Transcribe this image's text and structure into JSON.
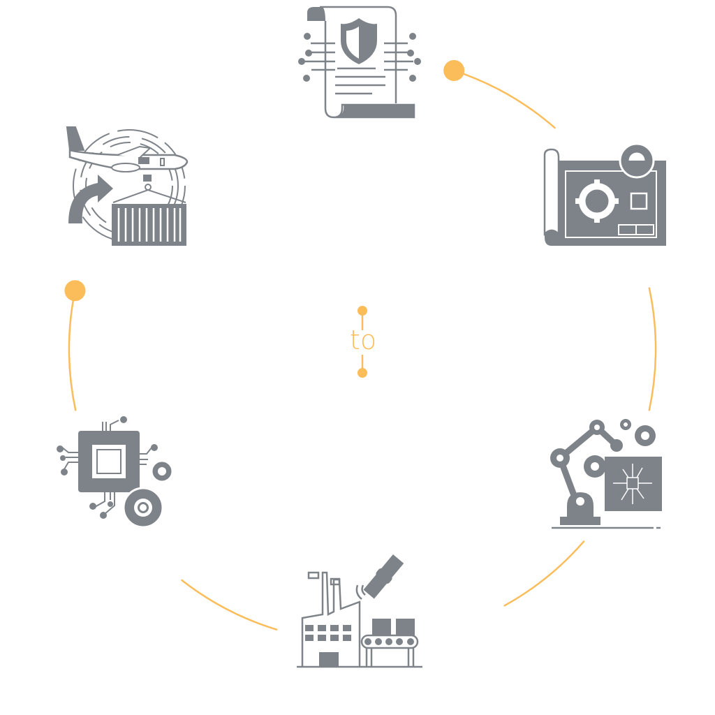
{
  "diagram": {
    "type": "cycle",
    "center_text": "to",
    "colors": {
      "accent": "#fbbc5a",
      "icon": "#7d8388",
      "background": "#ffffff"
    },
    "nodes": [
      {
        "id": "secure-document",
        "icon": "shield-document-circuit-icon",
        "label": ""
      },
      {
        "id": "engineering-blueprint",
        "icon": "blueprint-gears-icon",
        "label": ""
      },
      {
        "id": "robotic-automation",
        "icon": "robot-arm-circuit-icon",
        "label": ""
      },
      {
        "id": "smart-factory",
        "icon": "factory-satellite-conveyor-icon",
        "label": ""
      },
      {
        "id": "microchip-processing",
        "icon": "chip-gears-icon",
        "label": ""
      },
      {
        "id": "air-cargo-logistics",
        "icon": "airplane-cargo-container-icon",
        "label": ""
      }
    ],
    "connectors": [
      {
        "from": "secure-document",
        "to": "engineering-blueprint",
        "start_dot": true
      },
      {
        "from": "engineering-blueprint",
        "to": "robotic-automation",
        "start_dot": false
      },
      {
        "from": "robotic-automation",
        "to": "smart-factory",
        "start_dot": false
      },
      {
        "from": "smart-factory",
        "to": "microchip-processing",
        "start_dot": false
      },
      {
        "from": "microchip-processing",
        "to": "air-cargo-logistics",
        "start_dot": true
      }
    ]
  }
}
